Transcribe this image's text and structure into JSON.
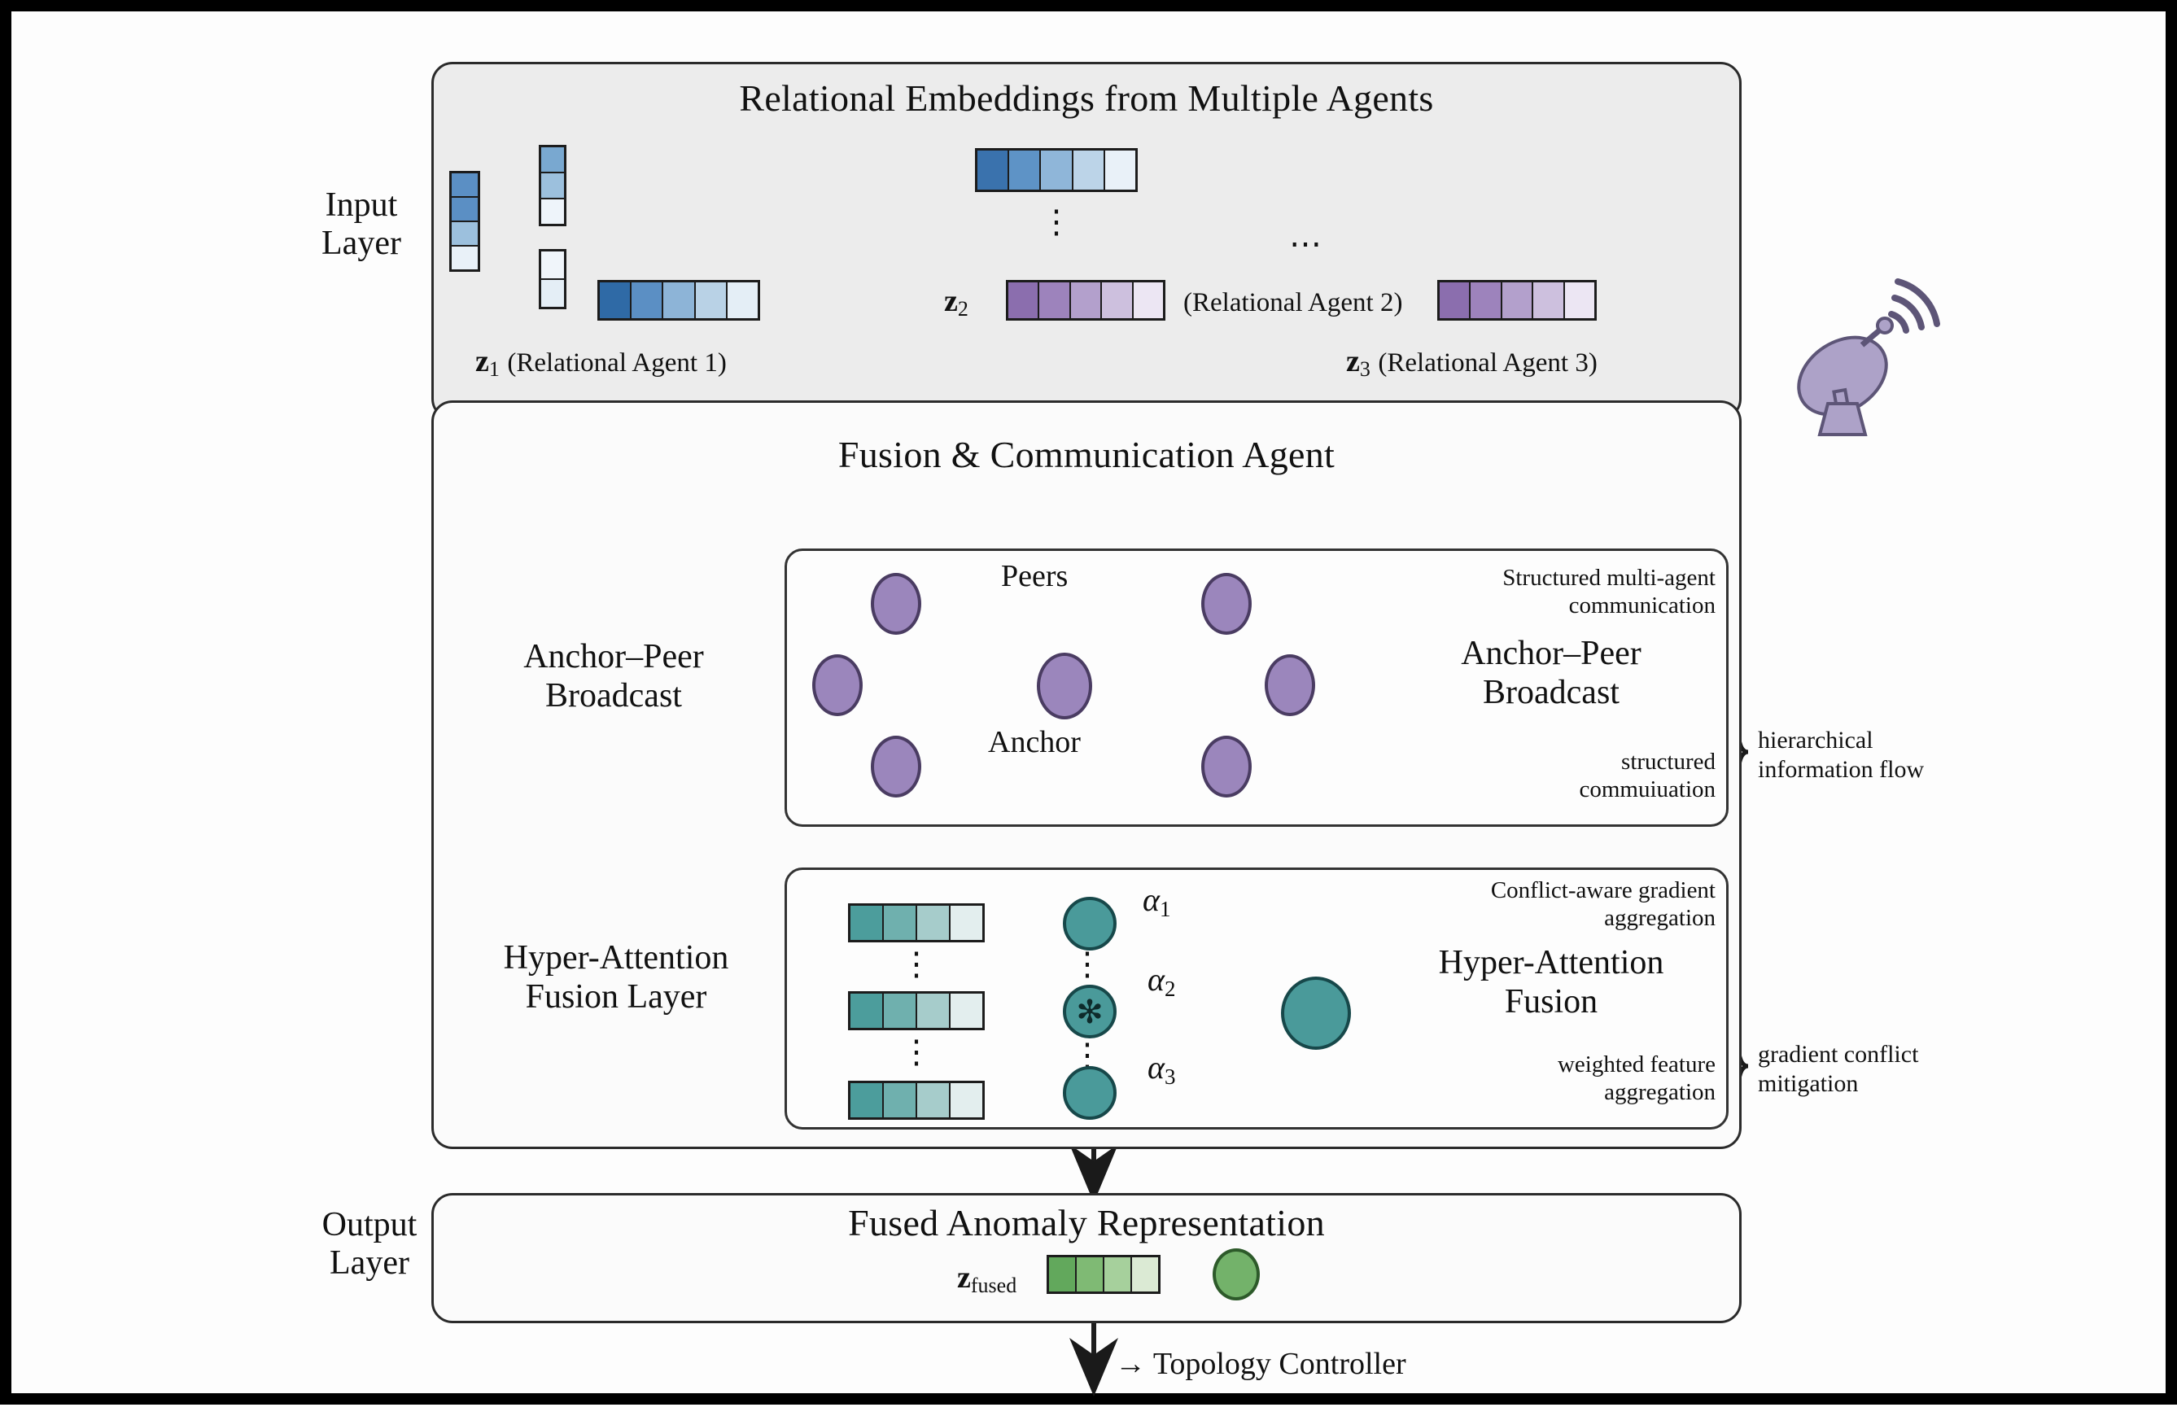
{
  "figure": {
    "type": "architecture-diagram",
    "frame_border_color": "#000000",
    "background": "#ffffff"
  },
  "layers": {
    "input_label": "Input\nLayer",
    "input_label_line1": "Input",
    "input_label_line2": "Layer",
    "output_label_line1": "Output",
    "output_label_line2": "Layer"
  },
  "input_panel": {
    "title": "Relational Embeddings from Multiple Agents",
    "fill": "#ececec",
    "icons": {
      "source_vector": "embedding-vector-icon",
      "graph": "network-graph-icon",
      "satellite": "satellite-dish-icon"
    },
    "top_embedding": {
      "name": "shared-embedding-bar",
      "cells": 5,
      "colors": [
        "#3a72ad",
        "#5e93c6",
        "#8fb6d9",
        "#bcd4e8",
        "#e3edf6"
      ]
    },
    "agents": [
      {
        "id": "z1",
        "symbol": "z",
        "subscript": "1",
        "caption": "(Relational Agent 1)",
        "cells": 5,
        "colors": [
          "#2f6aa6",
          "#5b8fc4",
          "#8db4d7",
          "#b9d2e6",
          "#dfeaf4"
        ]
      },
      {
        "id": "z2",
        "symbol": "z",
        "subscript": "2",
        "caption": "(Relational Agent 2)",
        "cells": 5,
        "colors": [
          "#8b6eae",
          "#9d83bc",
          "#b3a0cc",
          "#cdc0de",
          "#ece6f3"
        ]
      },
      {
        "id": "z3",
        "symbol": "z",
        "subscript": "3",
        "caption": "(Relational Agent 3)",
        "cells": 5,
        "colors": [
          "#8b6eae",
          "#9d83bc",
          "#b3a0cc",
          "#cdc0de",
          "#ece6f3"
        ]
      }
    ],
    "vertical_ellipsis": "⋮",
    "horizontal_ellipsis": "⋯"
  },
  "fusion_panel": {
    "title": "Fusion & Communication Agent"
  },
  "broadcast_block": {
    "left_label_line1": "Anchor–Peer",
    "left_label_line2": "Broadcast",
    "right_label_line1": "Anchor–Peer",
    "right_label_line2": "Broadcast",
    "note_top_line1": "Structured multi-agent",
    "note_top_line2": "communication",
    "note_bottom_line1": "structured",
    "note_bottom_line2": "commuiuation",
    "peers_label": "Peers",
    "anchor_label": "Anchor",
    "node_color": "#9b86bc",
    "node_border": "#4a3c62",
    "peer_count": 6,
    "brace_note_line1": "hierarchical",
    "brace_note_line2": "information flow"
  },
  "attention_block": {
    "left_label_line1": "Hyper-Attention",
    "left_label_line2": "Fusion Layer",
    "right_label_line1": "Hyper-Attention",
    "right_label_line2": "Fusion",
    "note_top_line1": "Conflict-aware gradient",
    "note_top_line2": "aggregation",
    "note_bottom_line1": "weighted feature",
    "note_bottom_line2": "aggregation",
    "alphas": [
      "α",
      "α",
      "α"
    ],
    "alpha_labels": [
      {
        "symbol": "α",
        "subscript": "1"
      },
      {
        "symbol": "α",
        "subscript": "2"
      },
      {
        "symbol": "α",
        "subscript": "3"
      }
    ],
    "node_color": "#4a9a9a",
    "node_border": "#17484a",
    "bar_colors": [
      "#4c9d9c",
      "#6fb0ae",
      "#a6cccb",
      "#dfeceb"
    ],
    "bar_cells": 4,
    "mid_node_glyph": "✻",
    "vertical_ellipsis": "⋮",
    "brace_note_line1": "gradient conflict",
    "brace_note_line2": "mitigation"
  },
  "output_panel": {
    "title": "Fused Anomaly Representation",
    "vector_symbol": "z",
    "vector_subscript": "fused",
    "cells": 4,
    "bar_colors": [
      "#62a85c",
      "#7fba74",
      "#a6d09c",
      "#dbead4"
    ],
    "node_color": "#73b26a",
    "node_border": "#2d5a2a",
    "downstream": "→ Topology Controller"
  }
}
